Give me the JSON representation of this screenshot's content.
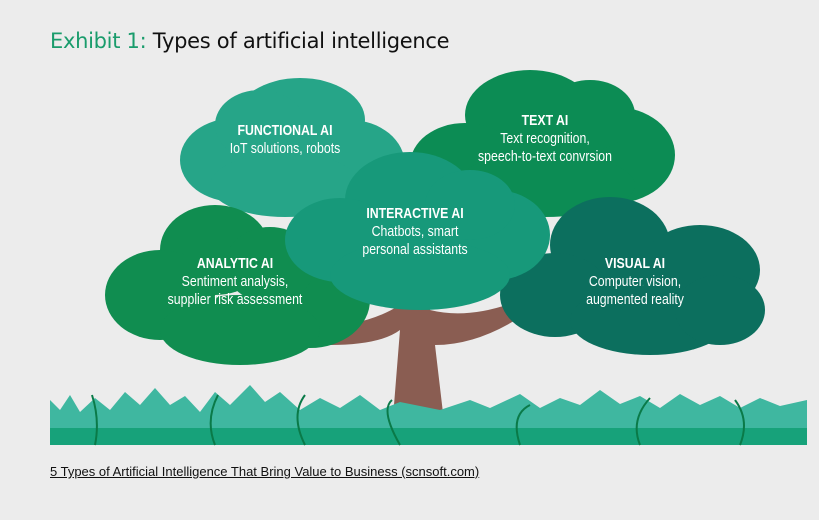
{
  "title": {
    "prefix": "Exhibit 1:",
    "text": "Types of artificial intelligence"
  },
  "nodes": [
    {
      "id": "functional",
      "heading": "FUNCTIONAL AI",
      "desc": [
        "IoT solutions, robots"
      ],
      "color": "#26a588"
    },
    {
      "id": "text",
      "heading": "TEXT AI",
      "desc": [
        "Text recognition,",
        "speech-to-text convrsion"
      ],
      "color": "#0c8c54"
    },
    {
      "id": "analytic",
      "heading": "ANALYTIC AI",
      "desc": [
        "Sentiment analysis,",
        "supplier risk assessment"
      ],
      "color": "#108d50"
    },
    {
      "id": "visual",
      "heading": "VISUAL AI",
      "desc": [
        "Computer vision,",
        "augmented reality"
      ],
      "color": "#0c6f5e"
    },
    {
      "id": "interactive",
      "heading": "INTERACTIVE AI",
      "desc": [
        "Chatbots, smart",
        "personal assistants"
      ],
      "color": "#17997a"
    }
  ],
  "colors": {
    "trunk": "#8a5d52",
    "grass": "#3fb7a0",
    "grass_dark": "#0a7a48"
  },
  "source_link": "5 Types of Artificial Intelligence That Bring Value to Business (scnsoft.com)"
}
